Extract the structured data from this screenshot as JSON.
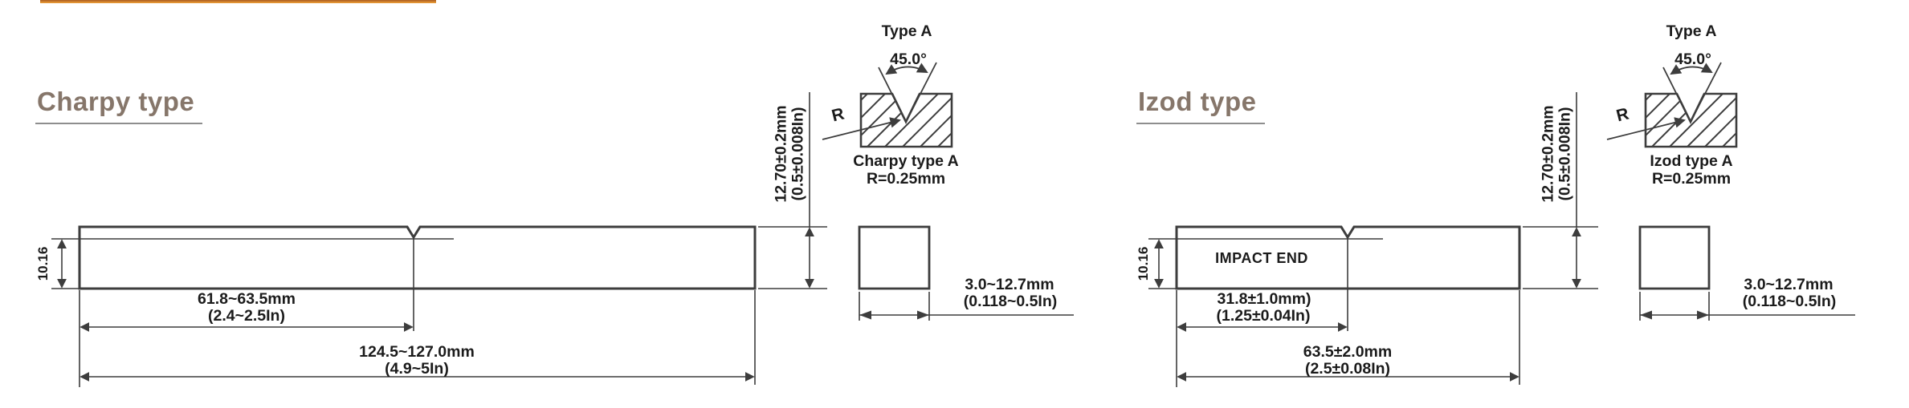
{
  "accent_bar": {
    "color_top": "#aa5c20",
    "color_bottom": "#f0a23a"
  },
  "charpy": {
    "heading": "Charpy type",
    "bar": {
      "depth_label": "10.16",
      "notch_dist_mm": "61.8~63.5mm",
      "notch_dist_in": "(2.4~2.5In)",
      "length_mm": "124.5~127.0mm",
      "length_in": "(4.9~5In)",
      "height_mm": "12.70±0.2mm",
      "height_in": "(0.5±0.008In)"
    },
    "notch_detail": {
      "title": "Type A",
      "angle": "45.0°",
      "radius_symbol": "R",
      "caption_line1": "Charpy type A",
      "caption_line2": "R=0.25mm"
    },
    "cross_section": {
      "width_mm": "3.0~12.7mm",
      "width_in": "(0.118~0.5In)"
    }
  },
  "izod": {
    "heading": "Izod type",
    "bar": {
      "depth_label": "10.16",
      "impact_end_label": "IMPACT END",
      "notch_dist_mm": "31.8±1.0mm)",
      "notch_dist_in": "(1.25±0.04In)",
      "length_mm": "63.5±2.0mm",
      "length_in": "(2.5±0.08In)",
      "height_mm": "12.70±0.2mm",
      "height_in": "(0.5±0.008In)"
    },
    "notch_detail": {
      "title": "Type A",
      "angle": "45.0°",
      "radius_symbol": "R",
      "caption_line1": "Izod type A",
      "caption_line2": "R=0.25mm"
    },
    "cross_section": {
      "width_mm": "3.0~12.7mm",
      "width_in": "(0.118~0.5In)"
    }
  }
}
